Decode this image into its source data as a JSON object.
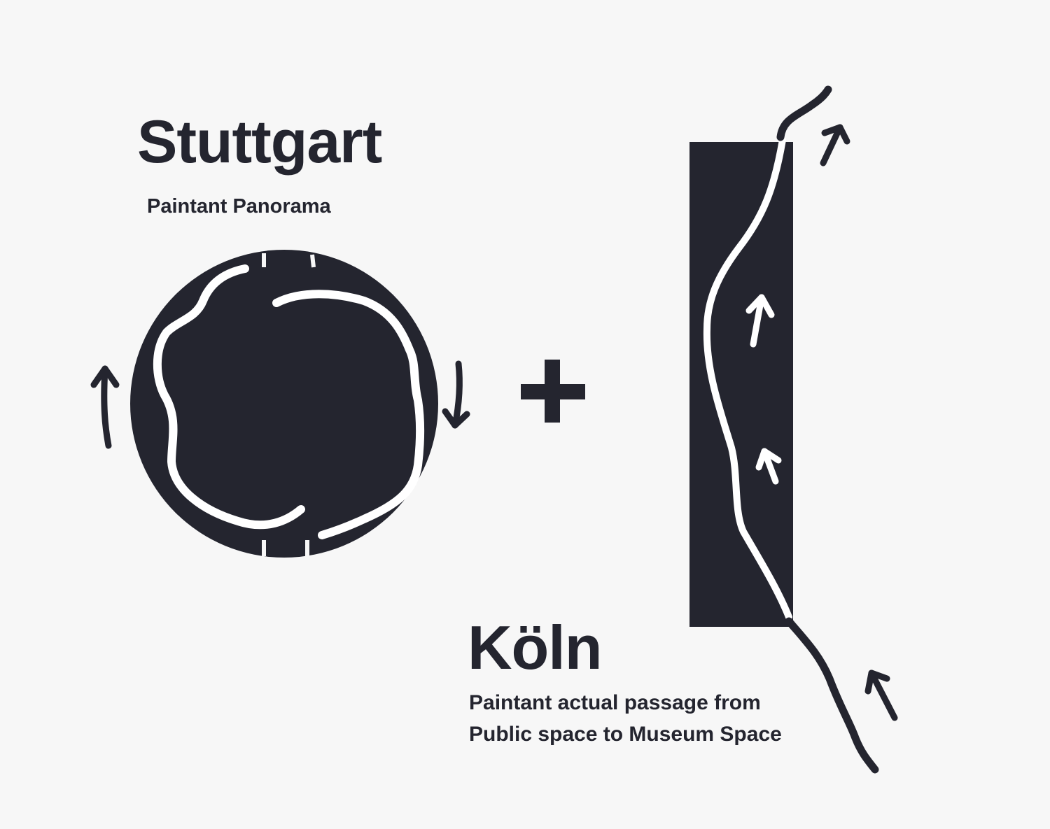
{
  "stuttgart": {
    "title": "Stuttgart",
    "subtitle": "Paintant Panorama"
  },
  "koln": {
    "title": "Köln",
    "subtitle_line1": "Paintant actual passage from",
    "subtitle_line2": "Public space to Museum Space"
  },
  "colors": {
    "ink": "#24252f",
    "background": "#f7f7f7",
    "path": "#ffffff"
  },
  "icons": [
    "arrow-up-icon",
    "arrow-down-icon",
    "plus-icon",
    "arrow-up-right-icon"
  ]
}
